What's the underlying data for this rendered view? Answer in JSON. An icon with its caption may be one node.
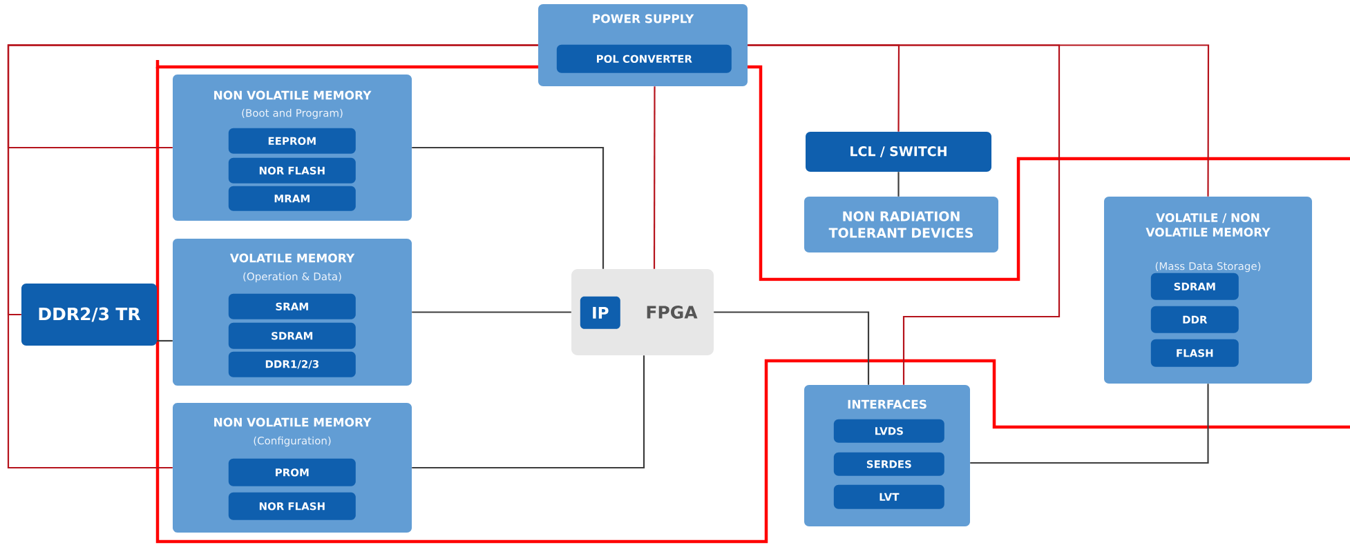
{
  "diagram": {
    "nodes": [
      {
        "text": [
          "POWER SUPPLY"
        ]
      },
      {
        "text": [
          "POL CONVERTER"
        ],
        "in": 0
      },
      {
        "text": [
          "NON VOLATILE MEMORY",
          "(Boot and Program)"
        ]
      },
      {
        "text": [
          "EEPROM"
        ],
        "in": 2
      },
      {
        "text": [
          "NOR FLASH"
        ],
        "in": 2
      },
      {
        "text": [
          "MRAM"
        ],
        "in": 2
      },
      {
        "text": [
          "VOLATILE MEMORY",
          "(Operation & Data)"
        ]
      },
      {
        "text": [
          "SRAM"
        ],
        "in": 6
      },
      {
        "text": [
          "SDRAM"
        ],
        "in": 6
      },
      {
        "text": [
          "DDR1/2/3"
        ],
        "in": 6
      },
      {
        "text": [
          "NON VOLATILE MEMORY",
          "(Configuration)"
        ]
      },
      {
        "text": [
          "PROM"
        ],
        "in": 10
      },
      {
        "text": [
          "NOR FLASH"
        ],
        "in": 10
      },
      {
        "text": [
          "DDR2/3 TR"
        ]
      },
      {
        "text": [
          "FPGA"
        ]
      },
      {
        "text": [
          "IP"
        ],
        "in": 14
      },
      {
        "text": [
          "LCL / SWITCH"
        ]
      },
      {
        "text": [
          "NON RADIATION TOLERANT DEVICES"
        ]
      },
      {
        "text": [
          "VOLATILE / NON VOLATILE MEMORY",
          "(Mass Data Storage)"
        ]
      },
      {
        "text": [
          "SDRAM"
        ],
        "in": 18
      },
      {
        "text": [
          "DDR"
        ],
        "in": 18
      },
      {
        "text": [
          "FLASH"
        ],
        "in": 18
      },
      {
        "text": [
          "INTERFACES"
        ]
      },
      {
        "text": [
          "LVDS"
        ],
        "in": 22
      },
      {
        "text": [
          "SERDES"
        ],
        "in": 22
      },
      {
        "text": [
          "LVT"
        ],
        "in": 22
      }
    ],
    "edges": [
      {
        "from": 0,
        "to": 2,
        "arrow": "none"
      },
      {
        "from": 0,
        "to": 13,
        "arrow": "none"
      },
      {
        "from": 0,
        "to": 10,
        "arrow": "none"
      },
      {
        "from": 0,
        "to": 14,
        "arrow": "none"
      },
      {
        "from": 0,
        "to": 16,
        "arrow": "none"
      },
      {
        "from": 0,
        "to": 22,
        "arrow": "none"
      },
      {
        "from": 0,
        "to": 18,
        "arrow": "none"
      },
      {
        "from": 2,
        "to": 14,
        "arrow": "none",
        "color": "#3c3c3c"
      },
      {
        "from": 6,
        "to": 14,
        "arrow": "none",
        "color": "#3c3c3c"
      },
      {
        "from": 10,
        "to": 14,
        "arrow": "none",
        "color": "#3c3c3c"
      },
      {
        "from": 13,
        "to": 6,
        "arrow": "none",
        "color": "#3c3c3c"
      },
      {
        "from": 16,
        "to": 17,
        "arrow": "none",
        "color": "#3c3c3c"
      },
      {
        "from": 14,
        "to": 22,
        "arrow": "none",
        "color": "#3c3c3c"
      },
      {
        "from": 22,
        "to": 18,
        "arrow": "none",
        "color": "#3c3c3c"
      }
    ]
  }
}
